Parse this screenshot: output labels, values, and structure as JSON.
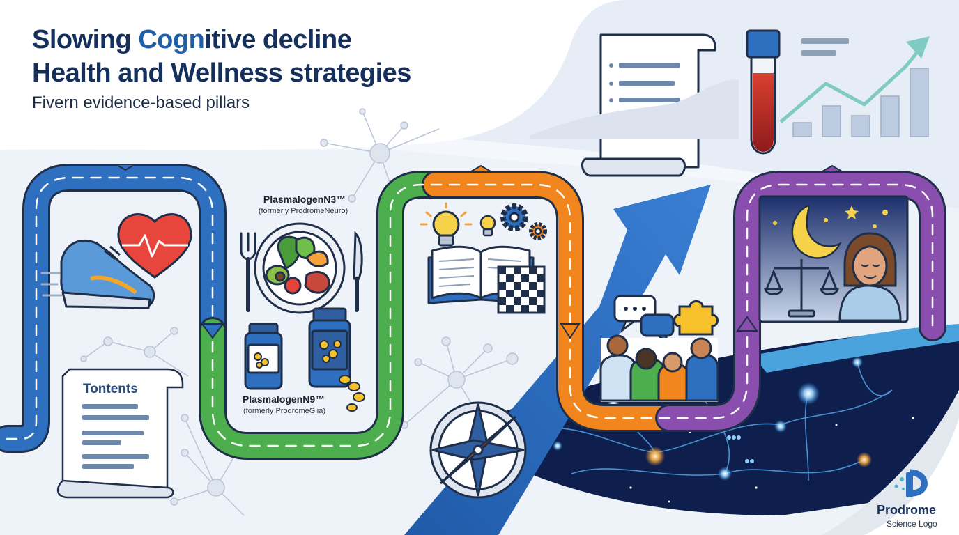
{
  "header": {
    "title_line1_a": "Slowing ",
    "title_line1_b": "Cogn",
    "title_line1_c": "itive decline",
    "title_line2": "Health and Wellness strategies",
    "subtitle": "Fivern evidence-based pillars"
  },
  "products": [
    {
      "name": "PlasmalogenN3™",
      "note": "(formerly ProdromeNeuro)"
    },
    {
      "name": "PlasmalogenN9™",
      "note": "(formerly ProdromeGlia)"
    }
  ],
  "contents_card": {
    "label": "Tontents"
  },
  "logo": {
    "name": "Prodrome",
    "tagline": "Science Logo"
  },
  "colors": {
    "navy": "#15305c",
    "path_blue": "#2f6fbf",
    "path_green": "#4cae4c",
    "path_orange": "#f0861d",
    "path_purple": "#8a4fae",
    "neuron_bg": "#0e1f4d"
  },
  "icons": [
    "sneaker-icon",
    "heart-pulse-icon",
    "plate-icon",
    "fork-icon",
    "knife-icon",
    "supplement-bottle-icon",
    "lightbulb-icon",
    "open-book-icon",
    "gear-icon",
    "chessboard-icon",
    "speech-bubble-icon",
    "puzzle-piece-icon",
    "people-group-icon",
    "compass-icon",
    "moon-icon",
    "balance-scale-icon",
    "person-icon",
    "document-scroll-icon",
    "test-tube-icon",
    "bar-chart-icon",
    "trend-arrow-icon",
    "neuron-icon",
    "logo-icon"
  ]
}
